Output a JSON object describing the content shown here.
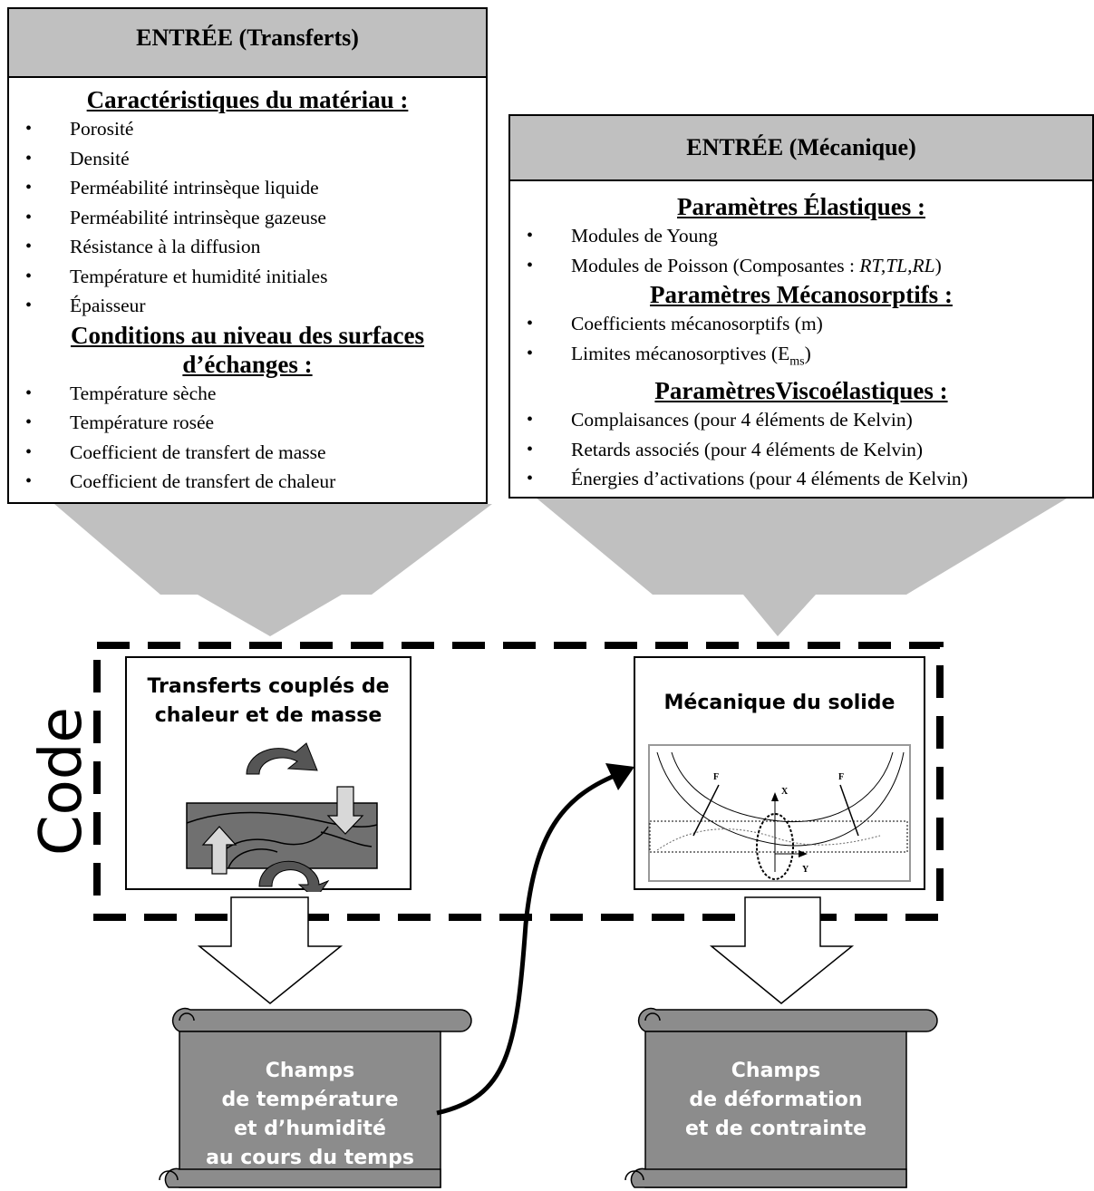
{
  "left_input": {
    "header": "ENTRÉE (Transferts)",
    "section1_title": "Caractéristiques du matériau :",
    "section1_items": [
      "Porosité",
      "Densité",
      "Perméabilité intrinsèque liquide",
      "Perméabilité intrinsèque gazeuse",
      "Résistance à la diffusion",
      "Température et humidité initiales",
      "Épaisseur"
    ],
    "section2_title_line1": "Conditions au niveau des surfaces",
    "section2_title_line2": "d’échanges :",
    "section2_items": [
      "Température sèche",
      "Température rosée",
      "Coefficient de transfert de masse",
      "Coefficient de transfert de chaleur"
    ]
  },
  "right_input": {
    "header": "ENTRÉE (Mécanique)",
    "elastic_title": "Paramètres Élastiques :",
    "elastic_items": [
      "Modules de Young"
    ],
    "poisson_prefix": "Modules de Poisson (Composantes : ",
    "poisson_italic": "RT,TL,RL",
    "poisson_suffix": ")",
    "mecano_title": "Paramètres Mécanosorptifs :",
    "mecano_item1": "Coefficients mécanosorptifs (m)",
    "mecano_item2_prefix": "Limites mécanosorptives (E",
    "mecano_item2_sub": "ms",
    "mecano_item2_suffix": ")",
    "visco_title": "ParamètresViscoélastiques :",
    "visco_items": [
      "Complaisances (pour 4 éléments de Kelvin)",
      "Retards associés (pour 4 éléments de Kelvin)",
      "Énergies d’activations (pour 4 éléments de Kelvin)"
    ]
  },
  "code": {
    "label": "Code",
    "left_title_line1": "Transferts couplés de",
    "left_title_line2": "chaleur et de masse",
    "right_title": "Mécanique du solide",
    "figure_labels": {
      "f1": "F",
      "f2": "F",
      "x": "X",
      "y": "Y"
    }
  },
  "outputs": {
    "left_lines": [
      "Champs",
      "de température",
      "et d’humidité",
      "au cours du temps"
    ],
    "right_lines": [
      "Champs",
      "de déformation",
      "et de contrainte"
    ]
  },
  "colors": {
    "header_fill": "#c0c0c0",
    "arrow_fill": "#c0c0c0",
    "scroll_fill": "#8c8c8c",
    "wood_fill": "#707070"
  }
}
